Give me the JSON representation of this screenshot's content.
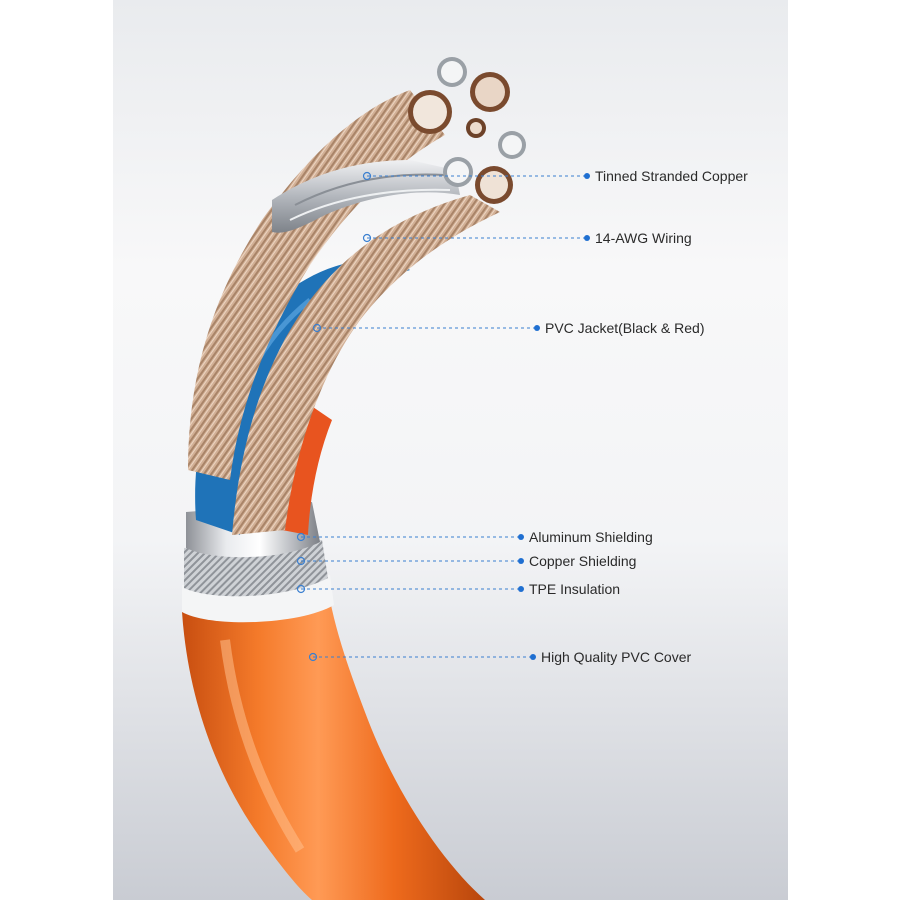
{
  "callouts": [
    {
      "id": "tinned-stranded-copper",
      "label": "Tinned Stranded Copper"
    },
    {
      "id": "awg-wiring",
      "label": "14-AWG Wiring"
    },
    {
      "id": "pvc-jacket",
      "label": "PVC Jacket(Black & Red)"
    },
    {
      "id": "aluminum-shielding",
      "label": "Aluminum Shielding"
    },
    {
      "id": "copper-shielding",
      "label": "Copper Shielding"
    },
    {
      "id": "tpe-insulation",
      "label": "TPE Insulation"
    },
    {
      "id": "pvc-cover",
      "label": "High Quality PVC Cover"
    }
  ],
  "colors": {
    "callout_line": "#3a7fd0",
    "callout_dot": "#1f6fd1",
    "outer_cover": "#f06a1c",
    "green_jacket": "#2f8a36",
    "blue_jacket": "#1f73b8",
    "red_jacket": "#e8541f",
    "copper_strand": "#c8a589",
    "tinned_strand": "#c9ccd0"
  }
}
